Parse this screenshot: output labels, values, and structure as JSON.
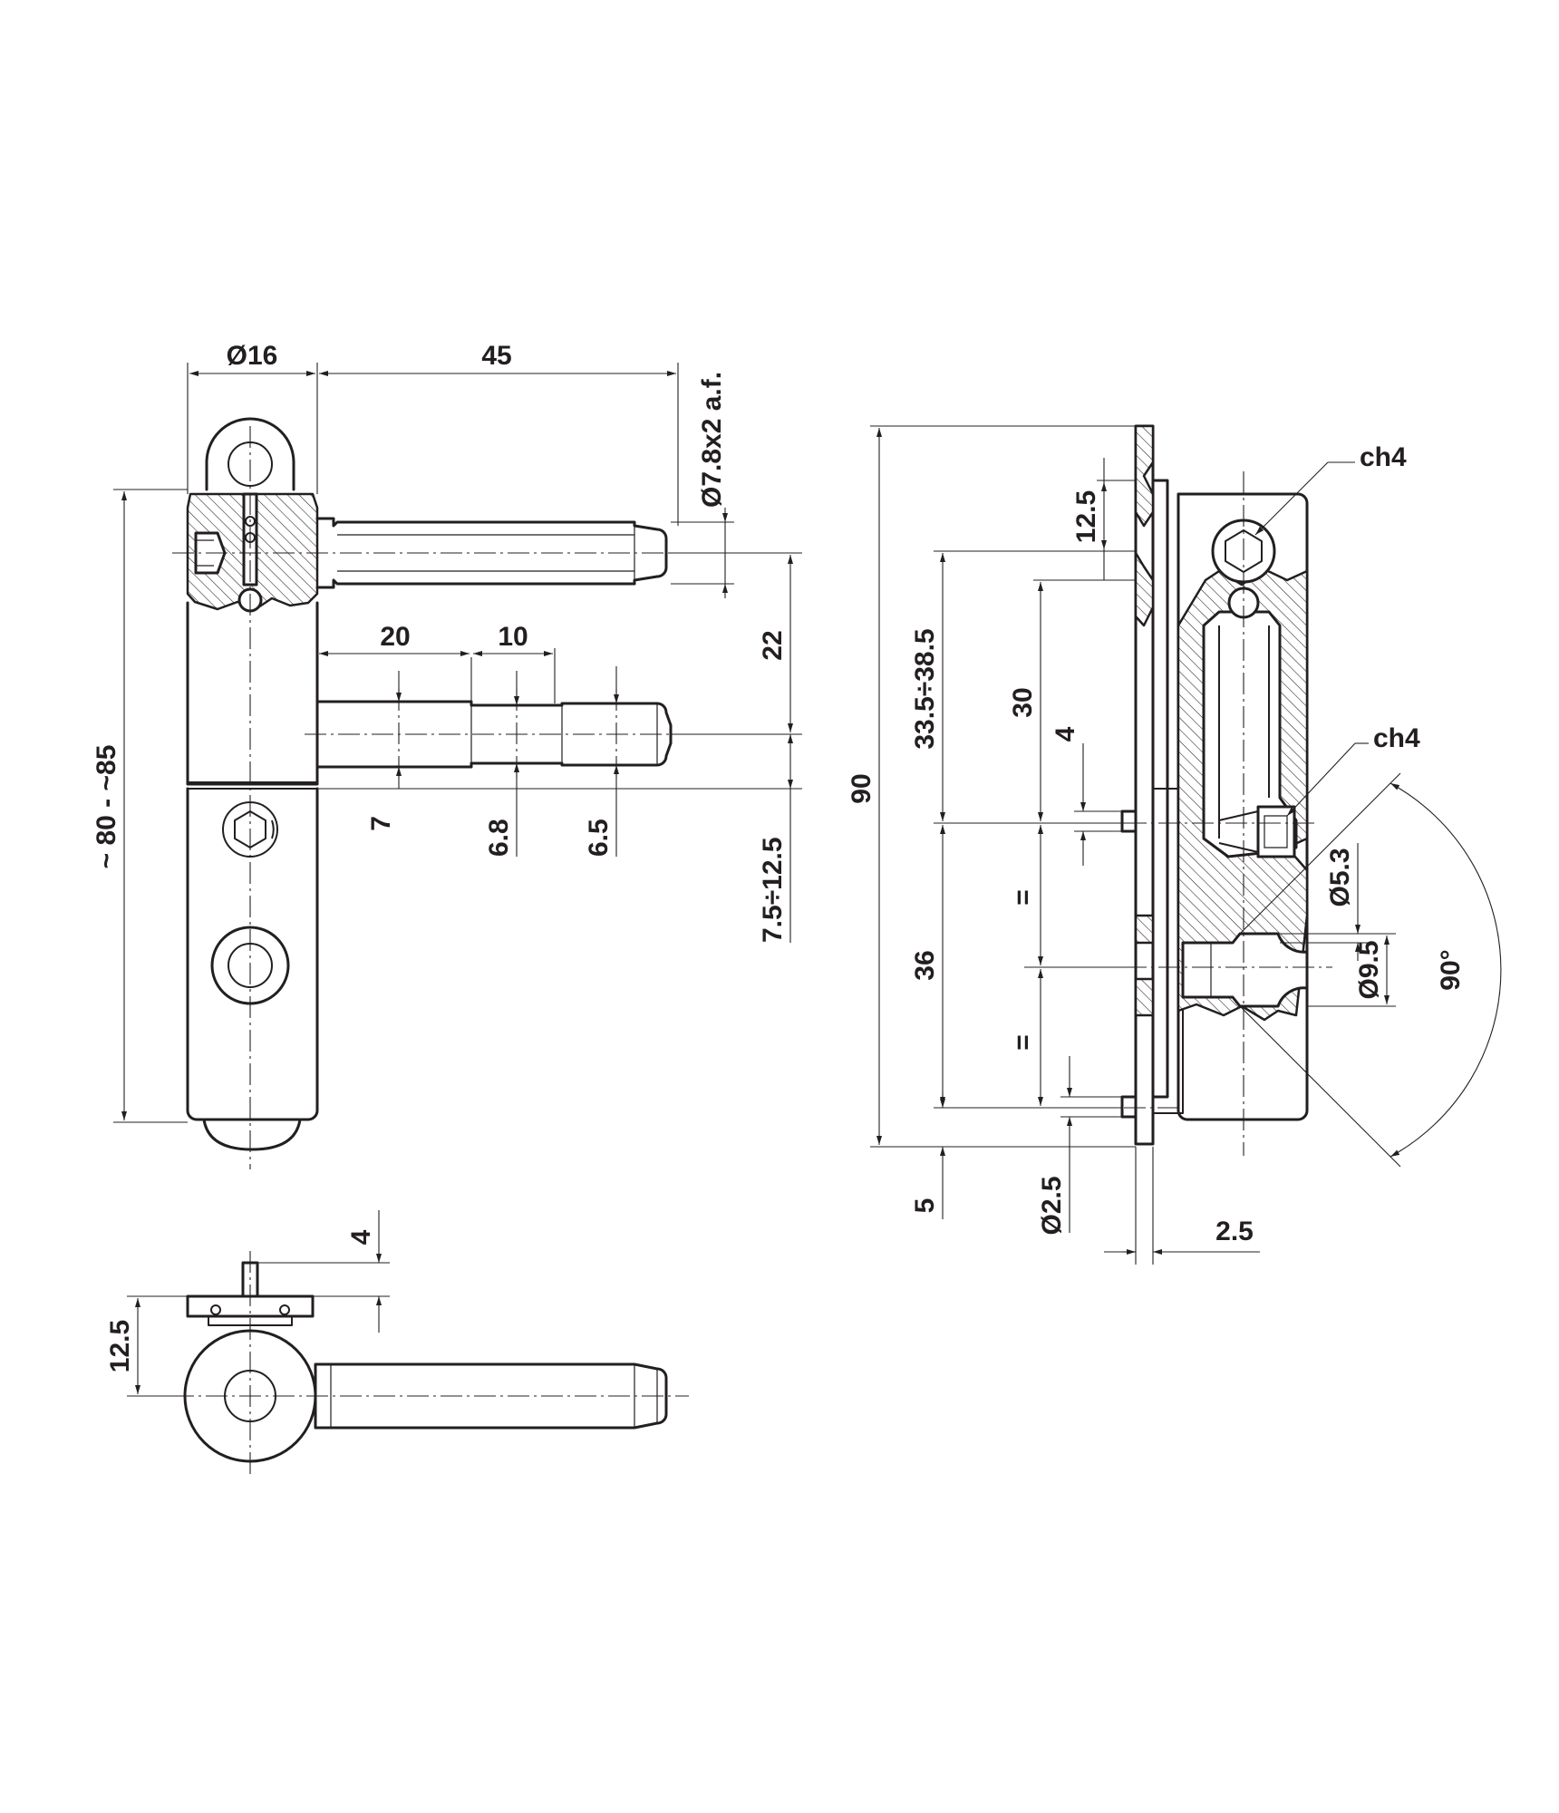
{
  "drawing": {
    "front_view": {
      "dimensions": {
        "head_diameter": "Ø16",
        "pin_length": "45",
        "pin_section": "Ø7.8x2 a.f.",
        "pin_spacing": "22",
        "step_length_1": "20",
        "step_length_2": "10",
        "step_diameter_1": "7",
        "step_diameter_2": "6.8",
        "step_diameter_3": "6.5",
        "pin_offset_range": "7.5÷12.5",
        "overall_height": "~ 80 - ~85"
      }
    },
    "top_view": {
      "dimensions": {
        "plate_offset": "12.5",
        "peg_height": "4"
      }
    },
    "side_view": {
      "dimensions": {
        "total_height": "90",
        "top_offset": "12.5",
        "adjust_range": "33.5÷38.5",
        "pin_to_hole": "30",
        "peg_length": "4",
        "equal_upper": "=",
        "equal_lower": "=",
        "hole_spacing": "36",
        "bottom_offset": "5",
        "peg_diameter": "Ø2.5",
        "plate_thickness": "2.5",
        "hole_diameter_small": "Ø5.3",
        "hole_diameter_large": "Ø9.5",
        "countersink_angle": "90°",
        "hex_key_top": "ch4",
        "hex_key_side": "ch4"
      }
    }
  }
}
